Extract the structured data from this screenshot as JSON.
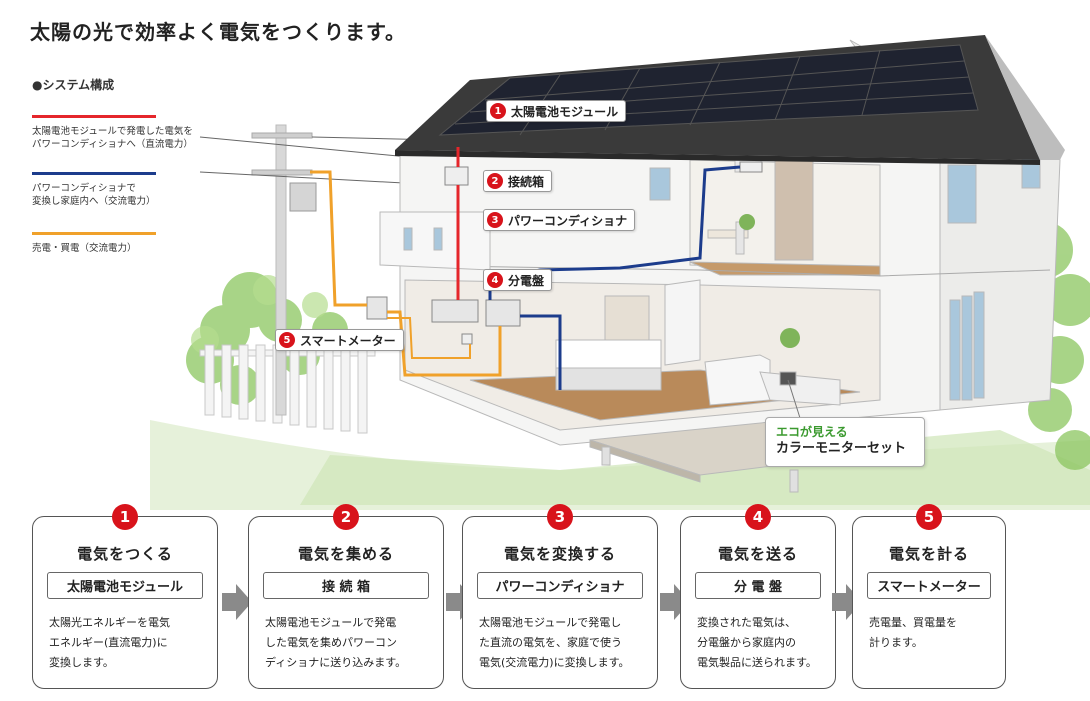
{
  "title": "太陽の光で効率よく電気をつくります。",
  "system_heading": "●システム構成",
  "legend": [
    {
      "color": "#e5262b",
      "text": "太陽電池モジュールで発電した電気を\nパワーコンディショナへ（直流電力）"
    },
    {
      "color": "#1c3c8c",
      "text": "パワーコンディショナで\n変換し家庭内へ（交流電力）"
    },
    {
      "color": "#f0a12a",
      "text": "売電・買電（交流電力）"
    }
  ],
  "tags": [
    {
      "num": "1",
      "label": "太陽電池モジュール"
    },
    {
      "num": "2",
      "label": "接続箱"
    },
    {
      "num": "3",
      "label": "パワーコンディショナ"
    },
    {
      "num": "4",
      "label": "分電盤"
    },
    {
      "num": "5",
      "label": "スマートメーター"
    }
  ],
  "monitor": {
    "sub": "エコが見える",
    "main": "カラーモニターセット"
  },
  "steps": [
    {
      "num": "1",
      "title": "電気をつくる",
      "device": "太陽電池モジュール",
      "desc": "太陽光エネルギーを電気\nエネルギー(直流電力)に\n変換します。"
    },
    {
      "num": "2",
      "title": "電気を集める",
      "device": "接 続 箱",
      "desc": "太陽電池モジュールで発電\nした電気を集めパワーコン\nディショナに送り込みます。"
    },
    {
      "num": "3",
      "title": "電気を変換する",
      "device": "パワーコンディショナ",
      "desc": "太陽電池モジュールで発電し\nた直流の電気を、家庭で使う\n電気(交流電力)に変換します。"
    },
    {
      "num": "4",
      "title": "電気を送る",
      "device": "分 電 盤",
      "desc": "変換された電気は、\n分電盤から家庭内の\n電気製品に送られます。"
    },
    {
      "num": "5",
      "title": "電気を計る",
      "device": "スマートメーター",
      "desc": "売電量、買電量を\n計ります。"
    }
  ],
  "colors": {
    "accent_red": "#d8131b",
    "eco_green": "#3b9a2f",
    "arrow_gray": "#8a8a8a"
  }
}
